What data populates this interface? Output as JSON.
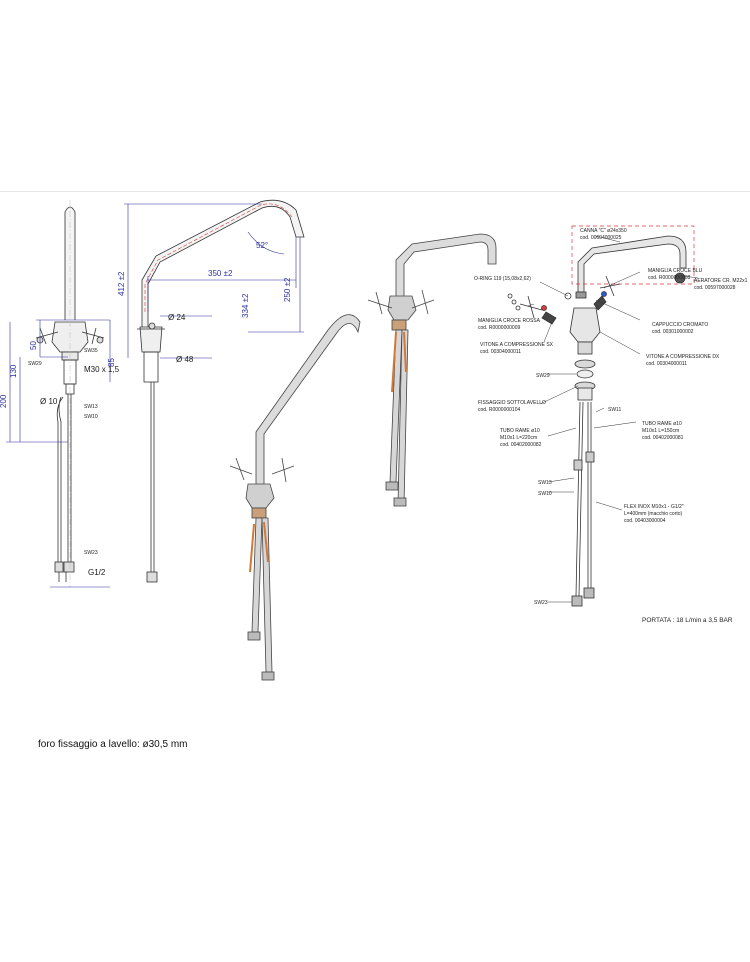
{
  "dimensions": {
    "d_412": "412 ±2",
    "d_350": "350 ±2",
    "d_52": "52°",
    "d_250": "250 ±2",
    "d_334": "334 ±2",
    "d_24": "Ø 24",
    "d_48": "Ø 48",
    "d_85": "85",
    "d_50": "50",
    "d_130": "130",
    "d_200": "200",
    "d_m30": "M30 x 1,5",
    "d_10": "Ø 10",
    "d_g12": "G1/2",
    "sw35": "SW35",
    "sw29": "SW29",
    "sw13": "SW13",
    "sw10": "SW10",
    "sw23": "SW23"
  },
  "parts": {
    "canna": "CANNA \"C\" ø24x350",
    "canna_cod": "cod. 00604000025",
    "aeratore": "AERATORE CR. M22x1",
    "aeratore_cod": "cod. 00597000028",
    "oring": "O-RING 119 (15,08x2,62)",
    "maniglia_blu": "MANIGLIA CROCE BLU",
    "maniglia_blu_cod": "cod. R0000000008",
    "maniglia_rossa": "MANIGLIA CROCE ROSSA",
    "maniglia_rossa_cod": "cod. R0000000009",
    "cappuccio": "CAPPUCCIO CROMATO",
    "cappuccio_cod": "cod. 00301000002",
    "vitone_sx": "VITONE A COMPRESSIONE SX",
    "vitone_sx_cod": "cod. 00304000011",
    "vitone_dx": "VITONE A COMPRESSIONE DX",
    "vitone_dx_cod": "cod. 00304000011",
    "sw29": "SW29",
    "fissaggio": "FISSAGGIO SOTTOLAVELLO",
    "fissaggio_cod": "cod. R0000000104",
    "sw11": "SW11",
    "tubo_a": "TUBO RAME ø10",
    "tubo_a_spec": "M10x1 L=220cm",
    "tubo_a_cod": "cod. 00402000082",
    "tubo_b": "TUBO RAME ø10",
    "tubo_b_spec": "M10x1 L=150cm",
    "tubo_b_cod": "cod. 00402000081",
    "sw13": "SW13",
    "sw10": "SW10",
    "flex": "FLEX INOX M10x1 - G1/2\"",
    "flex_spec": "L=400mm (macchio corto)",
    "flex_cod": "cod. 00403000004",
    "sw23": "SW23"
  },
  "portata": "PORTATA : 18 L/min a 3,5 BAR",
  "note": "foro fissaggio a lavello: ø30,5 mm"
}
